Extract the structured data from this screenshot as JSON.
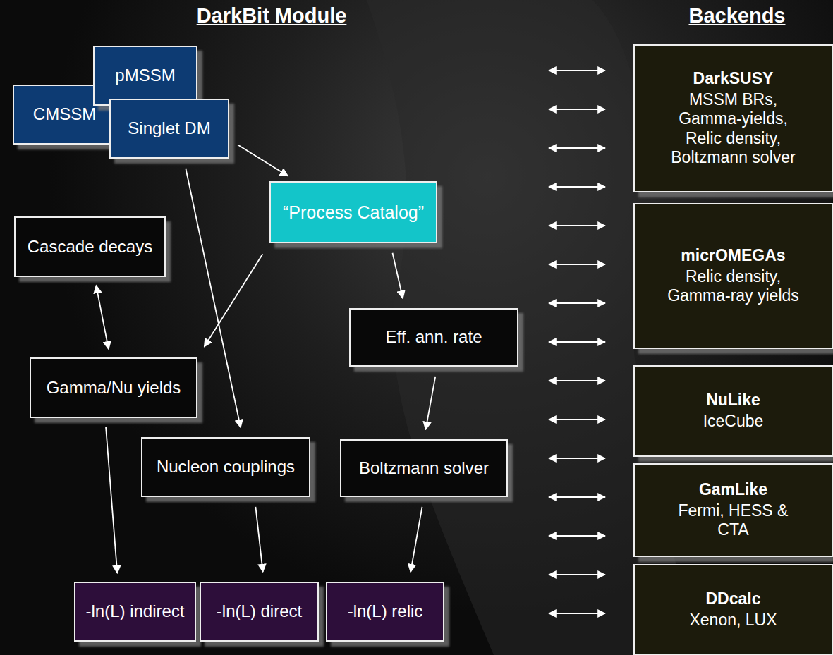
{
  "diagram": {
    "nodes": [
      {
        "text": [
          "pMSSM"
        ]
      },
      {
        "text": [
          "CMSSM"
        ]
      },
      {
        "text": [
          "Singlet DM"
        ]
      },
      {
        "text": [
          "“Process Catalog”"
        ]
      },
      {
        "text": [
          "Cascade decays"
        ]
      },
      {
        "text": [
          "Eff. ann. rate"
        ]
      },
      {
        "text": [
          "Gamma/Nu yields"
        ]
      },
      {
        "text": [
          "Nucleon couplings"
        ]
      },
      {
        "text": [
          "Boltzmann solver"
        ]
      },
      {
        "text": [
          "-ln(L) indirect"
        ]
      },
      {
        "text": [
          "-ln(L) direct"
        ]
      },
      {
        "text": [
          "-ln(L) relic"
        ]
      },
      {
        "text": [
          "DarkSUSY",
          "MSSM BRs, Gamma-yields, Relic density, Boltzmann solver"
        ]
      },
      {
        "text": [
          "micrOMEGAs",
          "Relic density, Gamma-ray yields"
        ]
      },
      {
        "text": [
          "NuLike",
          "IceCube"
        ]
      },
      {
        "text": [
          "GamLike",
          "Fermi, HESS & CTA"
        ]
      },
      {
        "text": [
          "DDcalc",
          "Xenon, LUX"
        ]
      }
    ],
    "edges": [
      {
        "from": 2,
        "to": 3,
        "arrow": "to"
      },
      {
        "from": 2,
        "to": 7,
        "arrow": "to"
      },
      {
        "from": 3,
        "to": 6,
        "arrow": "to"
      },
      {
        "from": 3,
        "to": 5,
        "arrow": "to"
      },
      {
        "from": 4,
        "to": 6,
        "arrow": "both"
      },
      {
        "from": 5,
        "to": 8,
        "arrow": "to"
      },
      {
        "from": 6,
        "to": 9,
        "arrow": "to"
      },
      {
        "from": 7,
        "to": 10,
        "arrow": "to"
      },
      {
        "from": 8,
        "to": 11,
        "arrow": "to"
      }
    ],
    "labels": [
      "DarkBit Module",
      "Backends"
    ]
  }
}
